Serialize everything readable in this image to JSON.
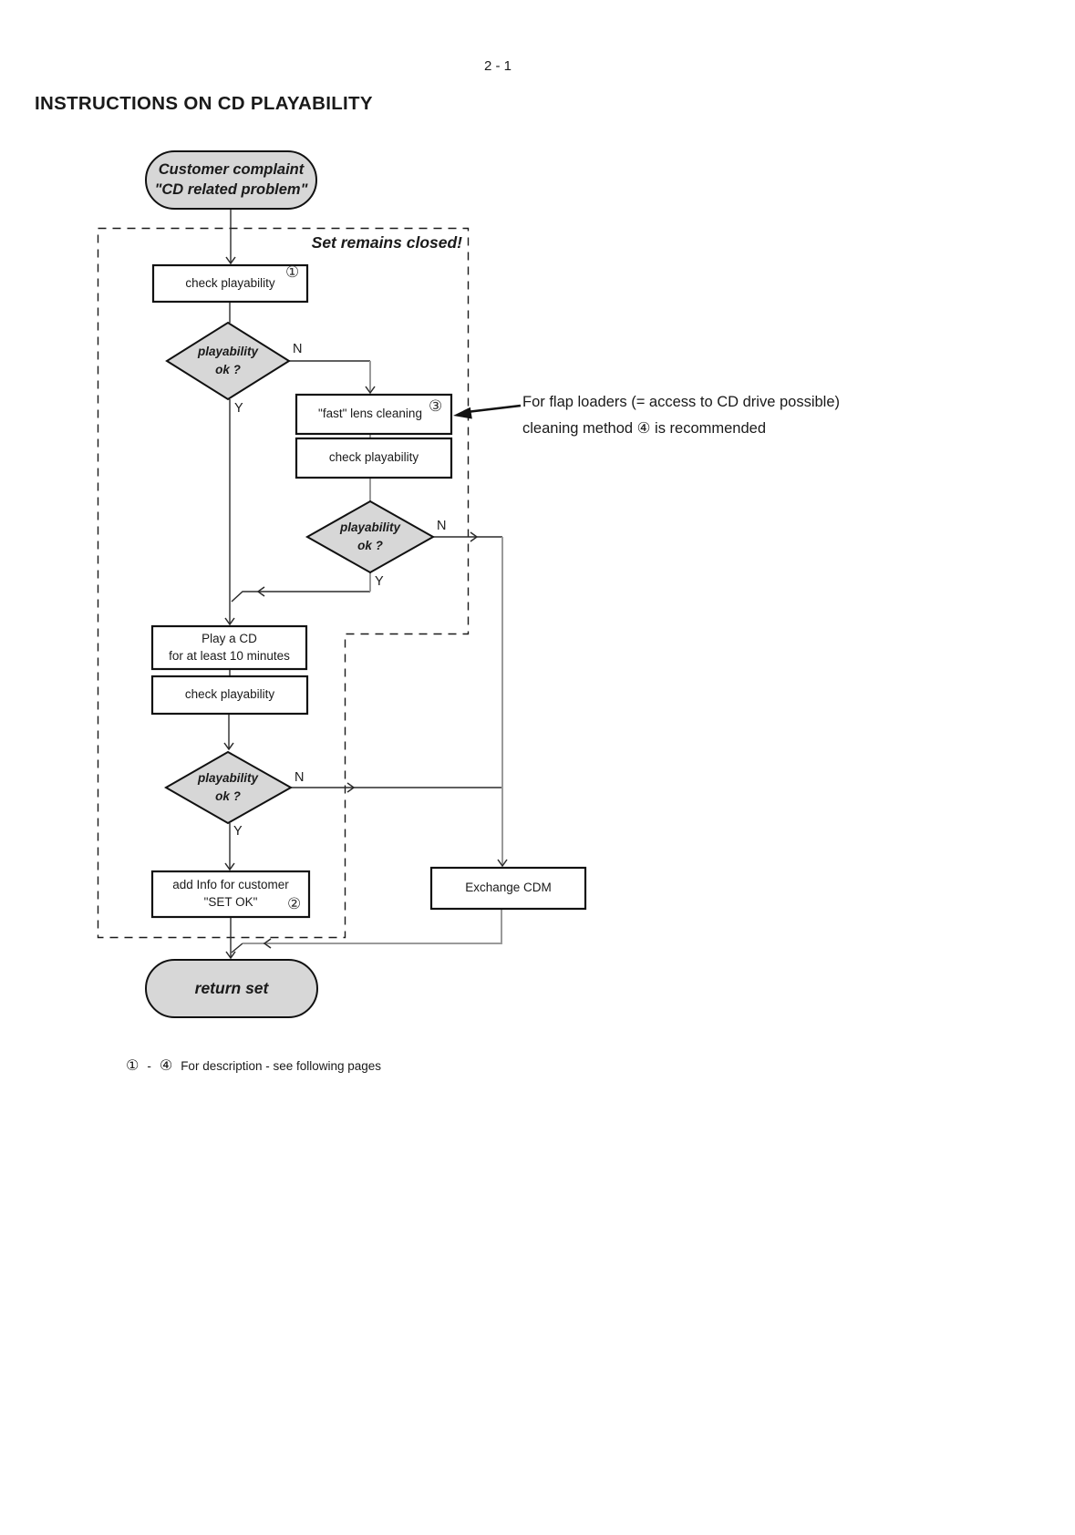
{
  "page": {
    "number": "2 - 1",
    "title": "INSTRUCTIONS ON CD PLAYABILITY",
    "region_label": "Set remains closed!",
    "footnote": {
      "range_start": "①",
      "dash": "-",
      "range_end": "④",
      "text": "For description - see following pages"
    }
  },
  "annotation": {
    "line1": "For flap loaders (= access to CD drive possible)",
    "line2": "cleaning method ④ is recommended"
  },
  "flowchart": {
    "start": {
      "line1": "Customer complaint",
      "line2": "\"CD related problem\""
    },
    "nodes": {
      "check1": {
        "label": "check playability",
        "badge": "①"
      },
      "decision1": {
        "line1": "playability",
        "line2": "ok ?"
      },
      "fast_clean": {
        "label": "\"fast\" lens cleaning",
        "badge": "③"
      },
      "check2": {
        "label": "check playability"
      },
      "decision2": {
        "line1": "playability",
        "line2": "ok ?"
      },
      "play_cd": {
        "line1": "Play a CD",
        "line2": "for at least 10 minutes"
      },
      "check3": {
        "label": "check playability"
      },
      "decision3": {
        "line1": "playability",
        "line2": "ok ?"
      },
      "add_info": {
        "line1": "add Info for customer",
        "line2": "\"SET OK\"",
        "badge": "②"
      },
      "exchange_cdm": {
        "label": "Exchange CDM"
      },
      "end": {
        "label": "return set"
      }
    },
    "branch_labels": {
      "yes": "Y",
      "no": "N"
    },
    "colors": {
      "node_fill": "#d7d7d7",
      "line": "#2b2b2b",
      "line_gray": "#9a9a9a"
    }
  }
}
